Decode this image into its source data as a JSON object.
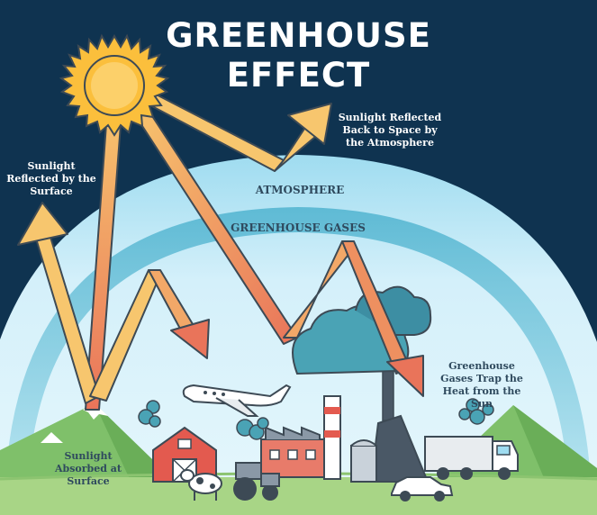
{
  "title": {
    "line1": "GREENHOUSE",
    "line2": "EFFECT"
  },
  "labels": {
    "reflected_surface": "Sunlight Reflected by the Surface",
    "reflected_atmosphere": "Sunlight Reflected Back to Space by the Atmosphere",
    "atmosphere": "ATMOSPHERE",
    "greenhouse_gases": "GREENHOUSE GASES",
    "trap_heat": "Greenhouse Gases Trap the Heat from the Sun",
    "absorbed": "Sunlight Absorbed at Surface"
  },
  "colors": {
    "space": "#0f3350",
    "atmosphere": "#d4f0fa",
    "gas_band": "#6ec3d9",
    "sun": "#fbbf3c",
    "arrow": "#f7c66e",
    "arrow_warm": "#e9745a",
    "grass": "#a8d586"
  }
}
